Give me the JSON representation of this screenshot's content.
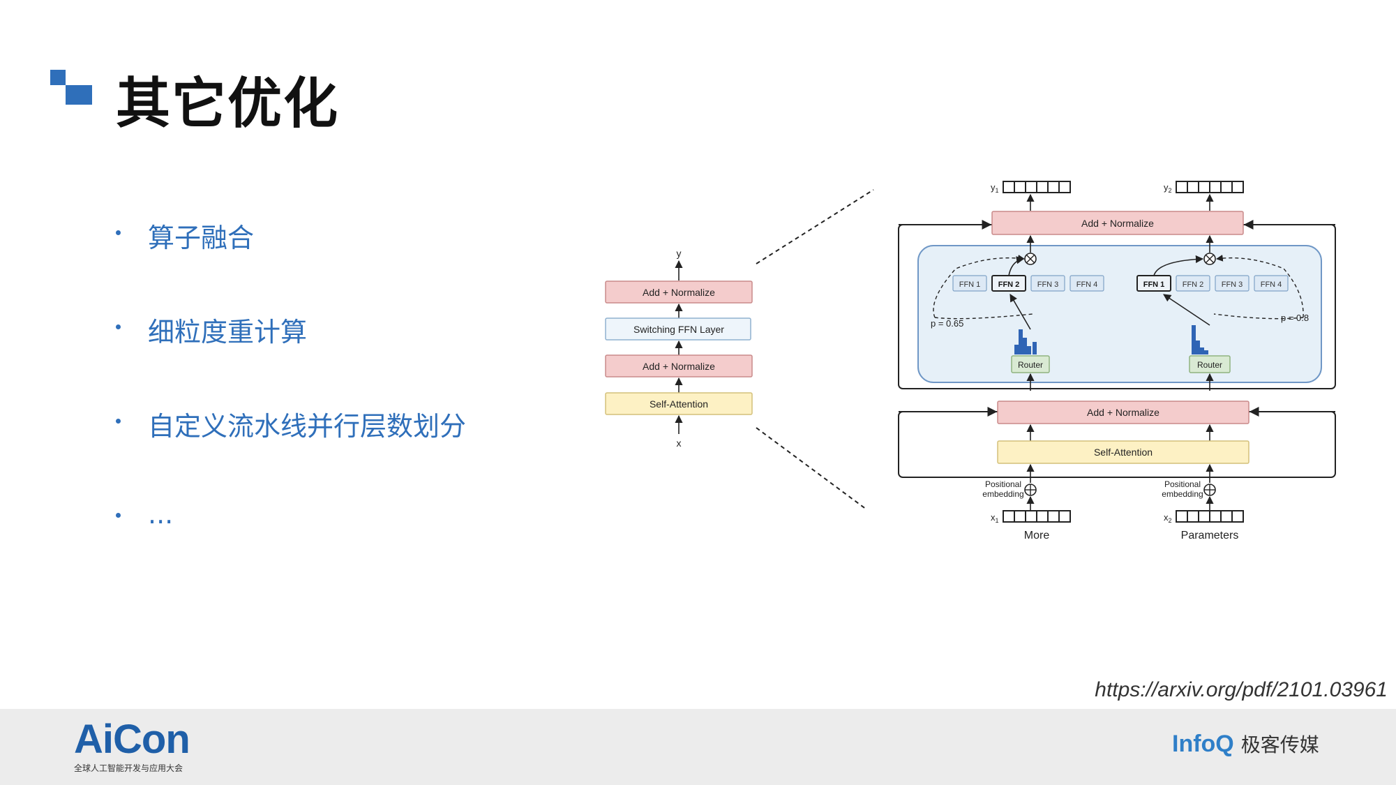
{
  "slide": {
    "title": "其它优化",
    "bullets": [
      "算子融合",
      "细粒度重计算",
      "自定义流水线并行层数划分",
      "..."
    ]
  },
  "diagram": {
    "left": {
      "y": "y",
      "add_normalize_top": "Add + Normalize",
      "switching": "Switching FFN Layer",
      "add_normalize_bottom": "Add + Normalize",
      "self_attention": "Self-Attention",
      "x": "x"
    },
    "right": {
      "y1": "y",
      "y1_sub": "1",
      "y2": "y",
      "y2_sub": "2",
      "add_normalize_top": "Add + Normalize",
      "ffn_left": [
        "FFN 1",
        "FFN 2",
        "FFN 3",
        "FFN 4"
      ],
      "ffn_right": [
        "FFN 1",
        "FFN 2",
        "FFN 3",
        "FFN 4"
      ],
      "p_left": "p = 0.65",
      "p_right": "p = 0.8",
      "router_left": "Router",
      "router_right": "Router",
      "add_normalize_mid": "Add + Normalize",
      "self_attention": "Self-Attention",
      "pos_emb_1": "Positional",
      "pos_emb_2": "embedding",
      "x1": "x",
      "x1_sub": "1",
      "x2": "x",
      "x2_sub": "2",
      "word1": "More",
      "word2": "Parameters"
    }
  },
  "source_link": "https://arxiv.org/pdf/2101.03961",
  "footer": {
    "aicon_logo": "AiCon",
    "aicon_subtitle": "全球人工智能开发与应用大会",
    "infoq_logo": "InfoQ",
    "infoq_cn": "极客传媒"
  },
  "colors": {
    "accent_blue": "#2f6fba",
    "pink_box": "#f4cccc",
    "yellow_box": "#fdf1c4",
    "light_blue_box": "#e6f0f8",
    "router_green": "#d9ead3"
  }
}
